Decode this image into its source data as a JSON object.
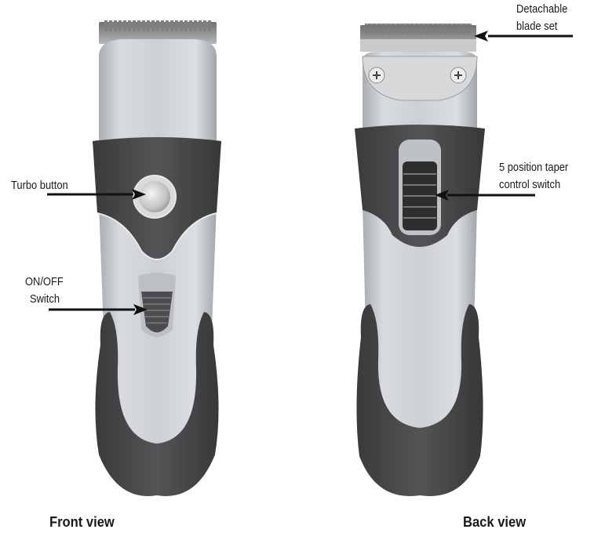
{
  "front_view": {
    "caption": "Front view",
    "callouts": [
      {
        "id": "turbo",
        "label": "Turbo button"
      },
      {
        "id": "onoff",
        "label_line1": "ON/OFF",
        "label_line2": "Switch"
      }
    ]
  },
  "back_view": {
    "caption": "Back view",
    "callouts": [
      {
        "id": "blade",
        "label_line1": "Detachable",
        "label_line2": "blade set"
      },
      {
        "id": "taper",
        "label_line1": "5 position taper",
        "label_line2": "control switch"
      }
    ]
  },
  "colors": {
    "body": "#cfd2d4",
    "grip": "#4a4a4c",
    "blade": "#8e9092",
    "text": "#1a1a1a"
  }
}
